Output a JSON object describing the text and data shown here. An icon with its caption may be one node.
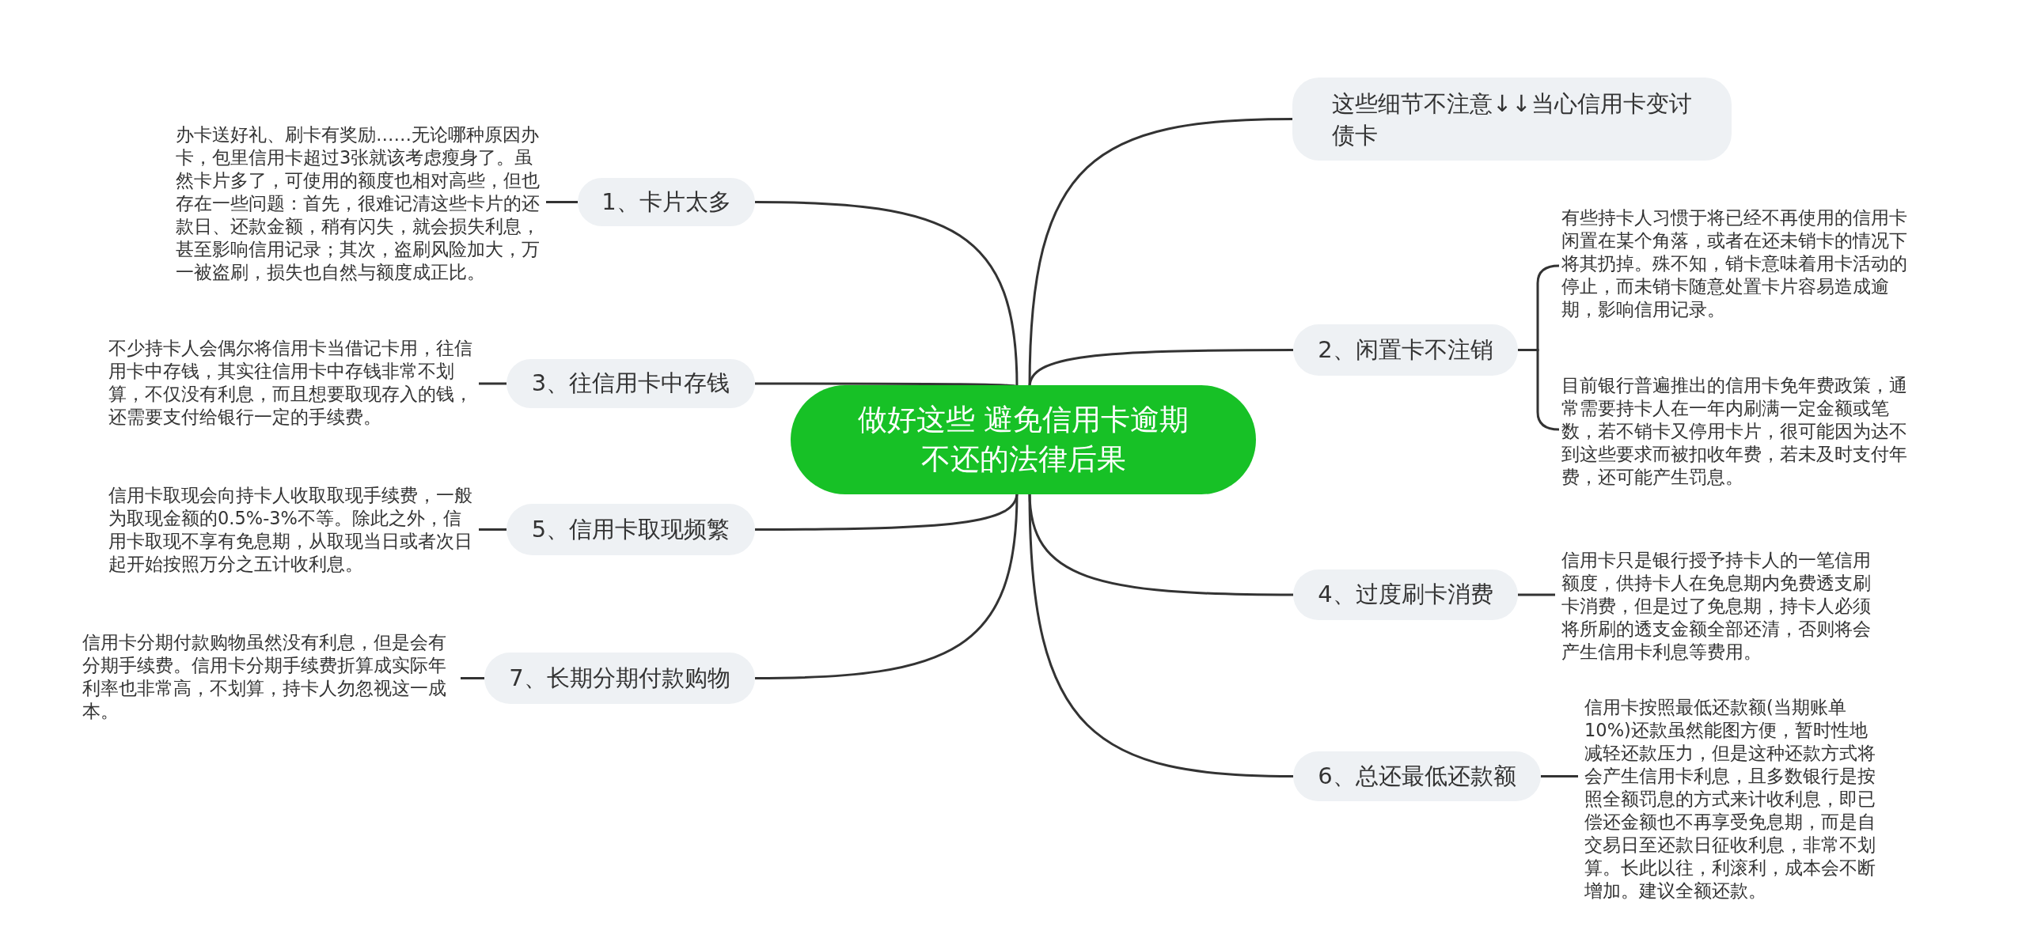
{
  "diagram": {
    "nodes": [
      {
        "text": [
          "做好这些 避免信用卡逾期不还的法律后果"
        ]
      },
      {
        "text": [
          "这些细节不注意↓↓当心信用卡变讨债卡"
        ]
      },
      {
        "text": [
          "1、卡片太多"
        ]
      },
      {
        "text": [
          "办卡送好礼、刷卡有奖励……无论哪种原因办卡，包里信用卡超过3张就该考虑瘦身了。虽然卡片多了，可使用的额度也相对高些，但也存在一些问题：首先，很难记清这些卡片的还款日、还款金额，稍有闪失，就会损失利息，甚至影响信用记录；其次，盗刷风险加大，万一被盗刷，损失也自然与额度成正比。"
        ]
      },
      {
        "text": [
          "2、闲置卡不注销"
        ]
      },
      {
        "text": [
          "有些持卡人习惯于将已经不再使用的信用卡闲置在某个角落，或者在还未销卡的情况下将其扔掉。殊不知，销卡意味着用卡活动的停止，而未销卡随意处置卡片容易造成逾期，影响信用记录。"
        ]
      },
      {
        "text": [
          "目前银行普遍推出的信用卡免年费政策，通常需要持卡人在一年内刷满一定金额或笔数，若不销卡又停用卡片，很可能因为达不到这些要求而被扣收年费，若未及时支付年费，还可能产生罚息。"
        ]
      },
      {
        "text": [
          "3、往信用卡中存钱"
        ]
      },
      {
        "text": [
          "不少持卡人会偶尔将信用卡当借记卡用，往信用卡中存钱，其实往信用卡中存钱非常不划算，不仅没有利息，而且想要取现存入的钱，还需要支付给银行一定的手续费。"
        ]
      },
      {
        "text": [
          "4、过度刷卡消费"
        ]
      },
      {
        "text": [
          "信用卡只是银行授予持卡人的一笔信用额度，供持卡人在免息期内免费透支刷卡消费，但是过了免息期，持卡人必须将所刷的透支金额全部还清，否则将会产生信用卡利息等费用。"
        ]
      },
      {
        "text": [
          "5、信用卡取现频繁"
        ]
      },
      {
        "text": [
          "信用卡取现会向持卡人收取取现手续费，一般为取现金额的0.5%-3%不等。除此之外，信用卡取现不享有免息期，从取现当日或者次日起开始按照万分之五计收利息。"
        ]
      },
      {
        "text": [
          "6、总还最低还款额"
        ]
      },
      {
        "text": [
          "信用卡按照最低还款额(当期账单10%)还款虽然能图方便，暂时性地减轻还款压力，但是这种还款方式将会产生信用卡利息，且多数银行是按照全额罚息的方式来计收利息，即已偿还金额也不再享受免息期，而是自交易日至还款日征收利息，非常不划算。长此以往，利滚利，成本会不断增加。建议全额还款。"
        ]
      },
      {
        "text": [
          "7、长期分期付款购物"
        ]
      },
      {
        "text": [
          "信用卡分期付款购物虽然没有利息，但是会有分期手续费。信用卡分期手续费折算成实际年利率也非常高，不划算，持卡人勿忽视这一成本。"
        ]
      }
    ],
    "edges": [
      {
        "from": 0,
        "to": 1,
        "arrow": "none"
      },
      {
        "from": 0,
        "to": 2,
        "arrow": "none"
      },
      {
        "from": 0,
        "to": 4,
        "arrow": "none"
      },
      {
        "from": 0,
        "to": 7,
        "arrow": "none"
      },
      {
        "from": 0,
        "to": 9,
        "arrow": "none"
      },
      {
        "from": 0,
        "to": 11,
        "arrow": "none"
      },
      {
        "from": 0,
        "to": 13,
        "arrow": "none"
      },
      {
        "from": 0,
        "to": 15,
        "arrow": "none"
      },
      {
        "from": 2,
        "to": 3,
        "arrow": "none"
      },
      {
        "from": 4,
        "to": 5,
        "arrow": "none"
      },
      {
        "from": 4,
        "to": 6,
        "arrow": "none"
      },
      {
        "from": 7,
        "to": 8,
        "arrow": "none"
      },
      {
        "from": 9,
        "to": 10,
        "arrow": "none"
      },
      {
        "from": 11,
        "to": 12,
        "arrow": "none"
      },
      {
        "from": 13,
        "to": 14,
        "arrow": "none"
      },
      {
        "from": 15,
        "to": 16,
        "arrow": "none"
      }
    ]
  }
}
